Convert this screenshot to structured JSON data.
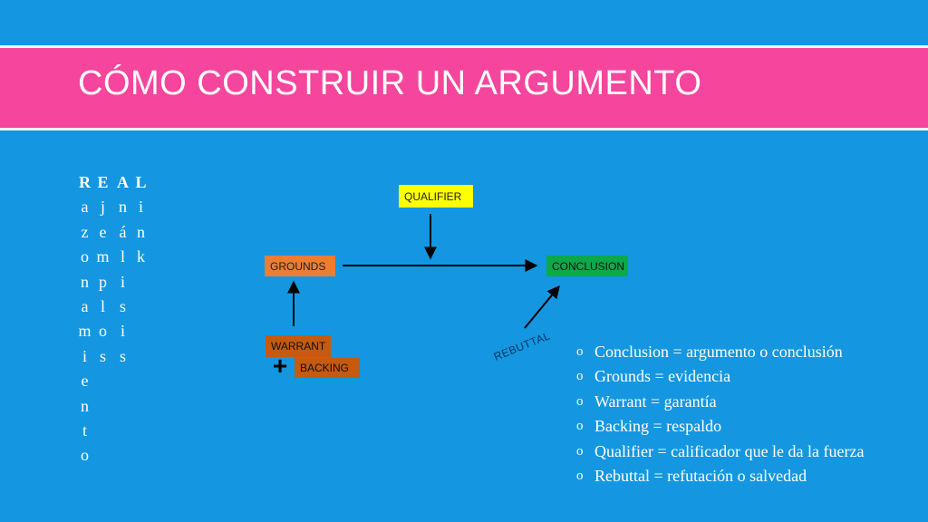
{
  "title": "CÓMO CONSTRUIR UN ARGUMENTO",
  "real_columns": [
    {
      "head": "R",
      "letters": [
        "a",
        "z",
        "o",
        "n",
        "a",
        "m",
        "i",
        "e",
        "n",
        "t",
        "o"
      ]
    },
    {
      "head": "E",
      "letters": [
        "j",
        "e",
        "m",
        "p",
        "l",
        "o",
        "s"
      ]
    },
    {
      "head": "A",
      "letters": [
        "n",
        "á",
        "l",
        "i",
        "s",
        "i",
        "s"
      ]
    },
    {
      "head": "L",
      "letters": [
        "i",
        "n",
        "k"
      ]
    }
  ],
  "diagram": {
    "qualifier": "QUALIFIER",
    "grounds": "GROUNDS",
    "conclusion": "CONCLUSION",
    "warrant": "WARRANT",
    "backing": "BACKING",
    "rebuttal": "REBUTTAL",
    "plus": "+"
  },
  "legend": {
    "bullet": "o",
    "items": [
      "Conclusion = argumento o conclusión",
      "Grounds = evidencia",
      "Warrant = garantía",
      "Backing = respaldo",
      "Qualifier = calificador que le da la fuerza",
      "Rebuttal = refutación o salvedad"
    ]
  }
}
